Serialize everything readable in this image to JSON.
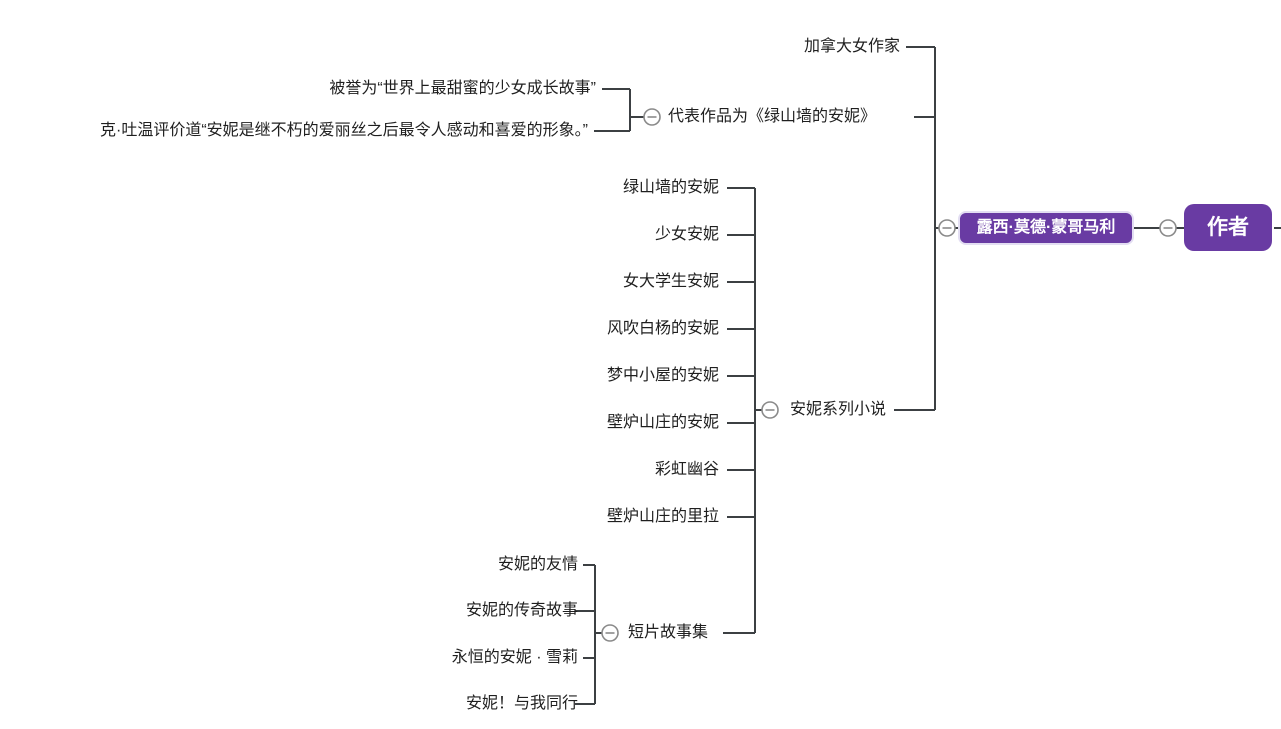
{
  "root": {
    "label": "作者"
  },
  "author": {
    "label": "露西·莫德·蒙哥马利"
  },
  "facts": {
    "canadian": "加拿大女作家",
    "rep_work": "代表作品为《绿山墙的安妮》",
    "praise": "被誉为“世界上最甜蜜的少女成长故事”",
    "twain_quote": "克·吐温评价道“安妮是继不朽的爱丽丝之后最令人感动和喜爱的形象。”"
  },
  "series": {
    "label": "安妮系列小说",
    "books": [
      "绿山墙的安妮",
      "少女安妮",
      "女大学生安妮",
      "风吹白杨的安妮",
      "梦中小屋的安妮",
      "壁炉山庄的安妮",
      "彩虹幽谷",
      "壁炉山庄的里拉"
    ]
  },
  "shorts": {
    "label": "短片故事集",
    "books": [
      "安妮的友情",
      "安妮的传奇故事",
      "永恒的安妮 · 雪莉",
      "安妮！与我同行"
    ]
  },
  "colors": {
    "node_purple": "#693ba3",
    "connector_line": "#3c4043",
    "collapse_icon_gray": "#8a8a8a",
    "text": "#1f1f1f"
  },
  "icons": {
    "collapse": "minus-circle"
  }
}
